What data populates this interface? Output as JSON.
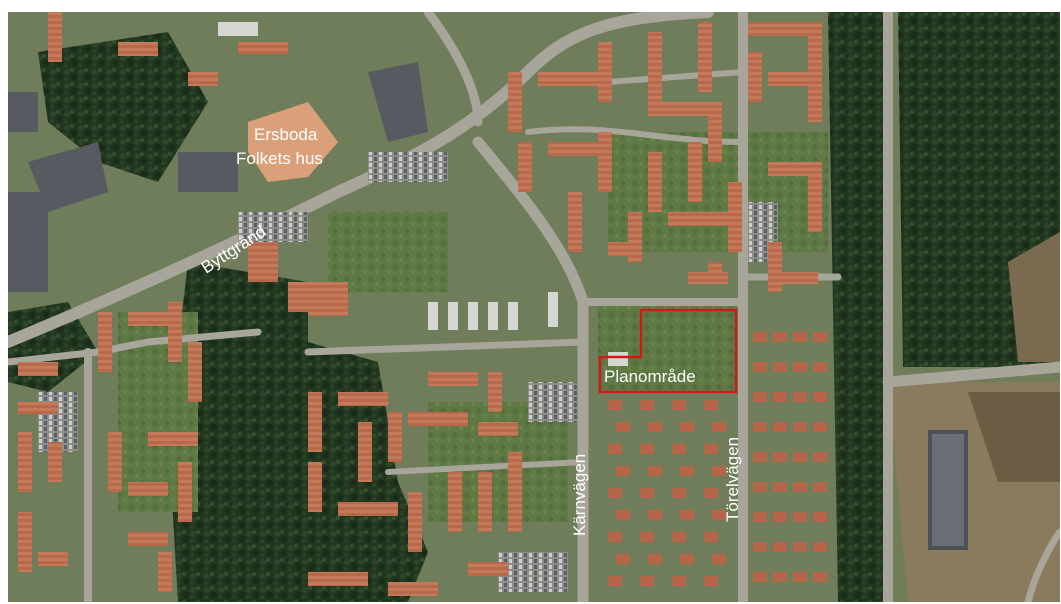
{
  "map": {
    "kind": "aerial-orthophoto",
    "labels": {
      "ersboda_line1": "Ersboda",
      "ersboda_line2": "Folkets hus",
      "byttgrand": "Byttgränd",
      "karnvagen": "Kärnvägen",
      "torelvagen": "Törelvägen",
      "planomrade": "Planområde"
    },
    "colors": {
      "forest": "#1f3520",
      "lawn": "#5f7a44",
      "road": "#a9a79d",
      "roof_red": "#b66a4a",
      "roof_grey": "#565a60",
      "outline": "#d01818",
      "label": "#ffffff"
    }
  }
}
